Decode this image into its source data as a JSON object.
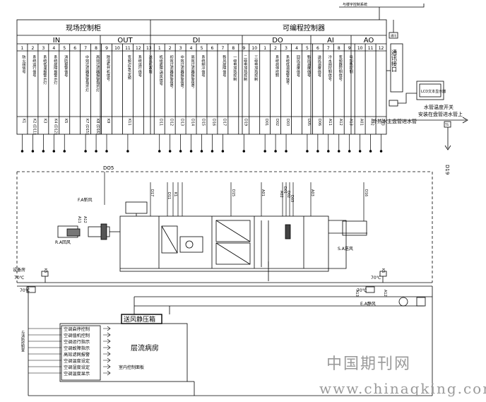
{
  "header": {
    "field_cabinet": "现场控制柜",
    "plc": "可编程控制器",
    "top_right_note": "与楼宇控制系统"
  },
  "groups": {
    "in": "IN",
    "out": "OUT",
    "di": "DI",
    "do": "DO",
    "ai": "AI",
    "ao": "AO"
  },
  "numbers": [
    "1",
    "2",
    "3",
    "4",
    "5",
    "6",
    "7",
    "8",
    "9",
    "10",
    "11",
    "12",
    "13",
    "1",
    "2",
    "3",
    "4",
    "5",
    "6",
    "7",
    "8",
    "9",
    "10",
    "1",
    "2",
    "3",
    "4",
    "5",
    "6",
    "7",
    "8",
    "9",
    "10",
    "11",
    "12"
  ],
  "signals": [
    "防火阀信号",
    "系统运行信号",
    "系统低温报警示灯",
    "系统故障报警示灯",
    "消防报警信号",
    "",
    "中效过滤器报警指示灯",
    "高效过滤器报警指示灯",
    "除湿机开机信号",
    "",
    "变频/应急/定频",
    "系统运行信号",
    "送风机故障",
    "机组故障/通风信号",
    "初效过滤器报警信号",
    "中效过滤器报警信号",
    "高效过滤器报警信号",
    "系统制冷信号",
    "",
    "新风故障信号",
    "一级电加热控制",
    "二级电加热控制",
    "三级电加热控制",
    "",
    "系统启停控制",
    "系统低温报警信号",
    "回风温度信号",
    "新风温度信号",
    "送风温度信号",
    "冷水阀控制信号",
    "变频器控制信号",
    "电加热控制"
  ],
  "codes": [
    "K1",
    "K2 (D11)",
    "K3",
    "K4 (D12)",
    "K5",
    "K7 (D15)",
    "K8 (D16)",
    "K9",
    "K11",
    "D11",
    "D12",
    "D13",
    "D14",
    "D15",
    "D16",
    "D17",
    "D19",
    "D01",
    "D02",
    "D03",
    "D05",
    "D06",
    "A11",
    "A12",
    "A13",
    "A01",
    "A02",
    "A03"
  ],
  "right_panel": {
    "comm_port": "通讯接口",
    "comm_small": "通讯",
    "lcd": "LCD文本显示器",
    "water_temp_1": "水管温度开关",
    "water_temp_2": "安装在盘管进水管上",
    "coil_pipe": "冷热水主盘管进水管",
    "ts_box": "TS",
    "d19": "D19"
  },
  "equipment": {
    "fa_label": "F.A新风",
    "ra_label": "R.A回风",
    "sa_label": "S.A送风",
    "ea_label": "E.A静风",
    "do5": "DO5",
    "room_label": "设备房",
    "temp_70_a": "70℃",
    "temp_70_b": "70℃",
    "temp_70_c": "70℃",
    "temp_70_d": "70℃",
    "static_box": "送风静压箱",
    "ward": "层流病房",
    "indoor_panel": "室内控制面板",
    "left_vertical": "与消防控制室"
  },
  "panel_items": [
    "空调启停控制",
    "空调值机控制",
    "空调运行指示",
    "空调故障指示",
    "高效滤网报警",
    "空调温度设定",
    "空调湿度设定",
    "空调温度显示"
  ],
  "tags": {
    "a11": "A11",
    "a12": "A12",
    "k1": "K1",
    "d11": "D11",
    "d15": "D15",
    "d16": "D16",
    "d17": "D17",
    "a01": "A01",
    "a02": "A02",
    "a03": "A03",
    "d01": "D01",
    "d02": "D02",
    "d03": "D03",
    "a12_ea": "A12",
    "a13": "A13",
    "k5": "K5",
    "k5b": "K5"
  },
  "watermark": {
    "cn": "中国期刊网",
    "url": "www.chinaqking.com"
  }
}
